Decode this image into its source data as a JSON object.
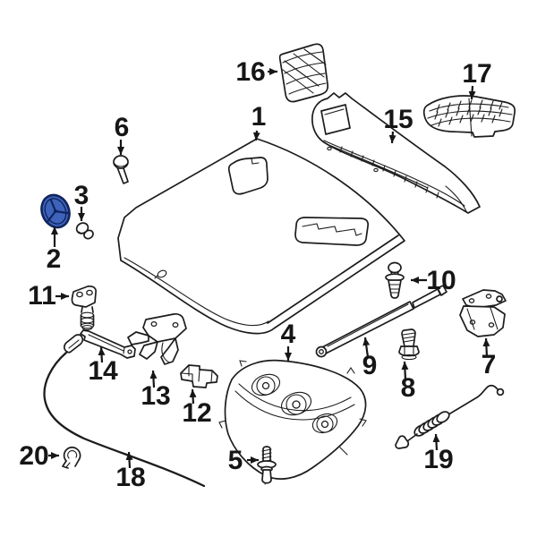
{
  "diagram": {
    "type": "parts-diagram",
    "subject": "hood-components",
    "background_color": "#ffffff",
    "line_color": "#1c1c1c",
    "highlight": {
      "selected_part_num": "2",
      "fill_color": "#3e63bb",
      "outline_color": "#10255e"
    },
    "parts": [
      {
        "num": "1"
      },
      {
        "num": "2"
      },
      {
        "num": "3"
      },
      {
        "num": "4"
      },
      {
        "num": "5"
      },
      {
        "num": "6"
      },
      {
        "num": "7"
      },
      {
        "num": "8"
      },
      {
        "num": "9"
      },
      {
        "num": "10"
      },
      {
        "num": "11"
      },
      {
        "num": "12"
      },
      {
        "num": "13"
      },
      {
        "num": "14"
      },
      {
        "num": "15"
      },
      {
        "num": "16"
      },
      {
        "num": "17"
      },
      {
        "num": "18"
      },
      {
        "num": "19"
      },
      {
        "num": "20"
      }
    ]
  }
}
